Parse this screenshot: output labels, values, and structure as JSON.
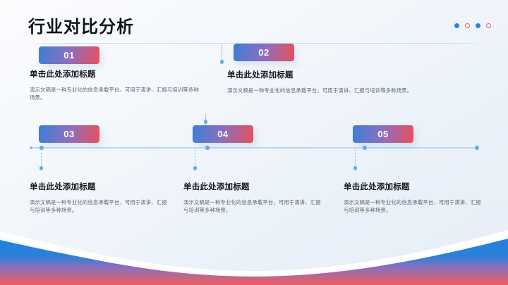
{
  "slide": {
    "title": "行业对比分析",
    "theme": {
      "accent_blue": "#3d7ed6",
      "accent_red": "#e8505b",
      "badge_gradient_from": "#3d7ed6",
      "badge_gradient_to": "#e8505b",
      "title_color": "#111418",
      "body_color": "#5d6671",
      "line_color": "#bcd7ef",
      "background": "#f2f6fb"
    },
    "decor_dots": [
      {
        "name": "dot-1",
        "style": "filled",
        "color": "#2f80d8"
      },
      {
        "name": "dot-2",
        "style": "hollow",
        "color": "#e2606a"
      },
      {
        "name": "dot-3",
        "style": "filled",
        "color": "#2f80d8"
      },
      {
        "name": "dot-4",
        "style": "hollow",
        "color": "#e2606a"
      }
    ],
    "items": [
      {
        "number": "01",
        "title": "单击此处添加标题",
        "desc": "演示文稿是一种专业化的信息承载平台，可用于演讲、汇报与培训等多种场景。"
      },
      {
        "number": "02",
        "title": "单击此处添加标题",
        "desc": "演示文稿是一种专业化的信息承载平台，可用于演讲、汇报与培训等多种场景。"
      },
      {
        "number": "03",
        "title": "单击此处添加标题",
        "desc": "演示文稿是一种专业化的信息承载平台，可用于演讲、汇报与培训等多种场景。"
      },
      {
        "number": "04",
        "title": "单击此处添加标题",
        "desc": "演示文稿是一种专业化的信息承载平台，可用于演讲、汇报与培训等多种场景。"
      },
      {
        "number": "05",
        "title": "单击此处添加标题",
        "desc": "演示文稿是一种专业化的信息承载平台，可用于演讲、汇报与培训等多种场景。"
      }
    ]
  }
}
